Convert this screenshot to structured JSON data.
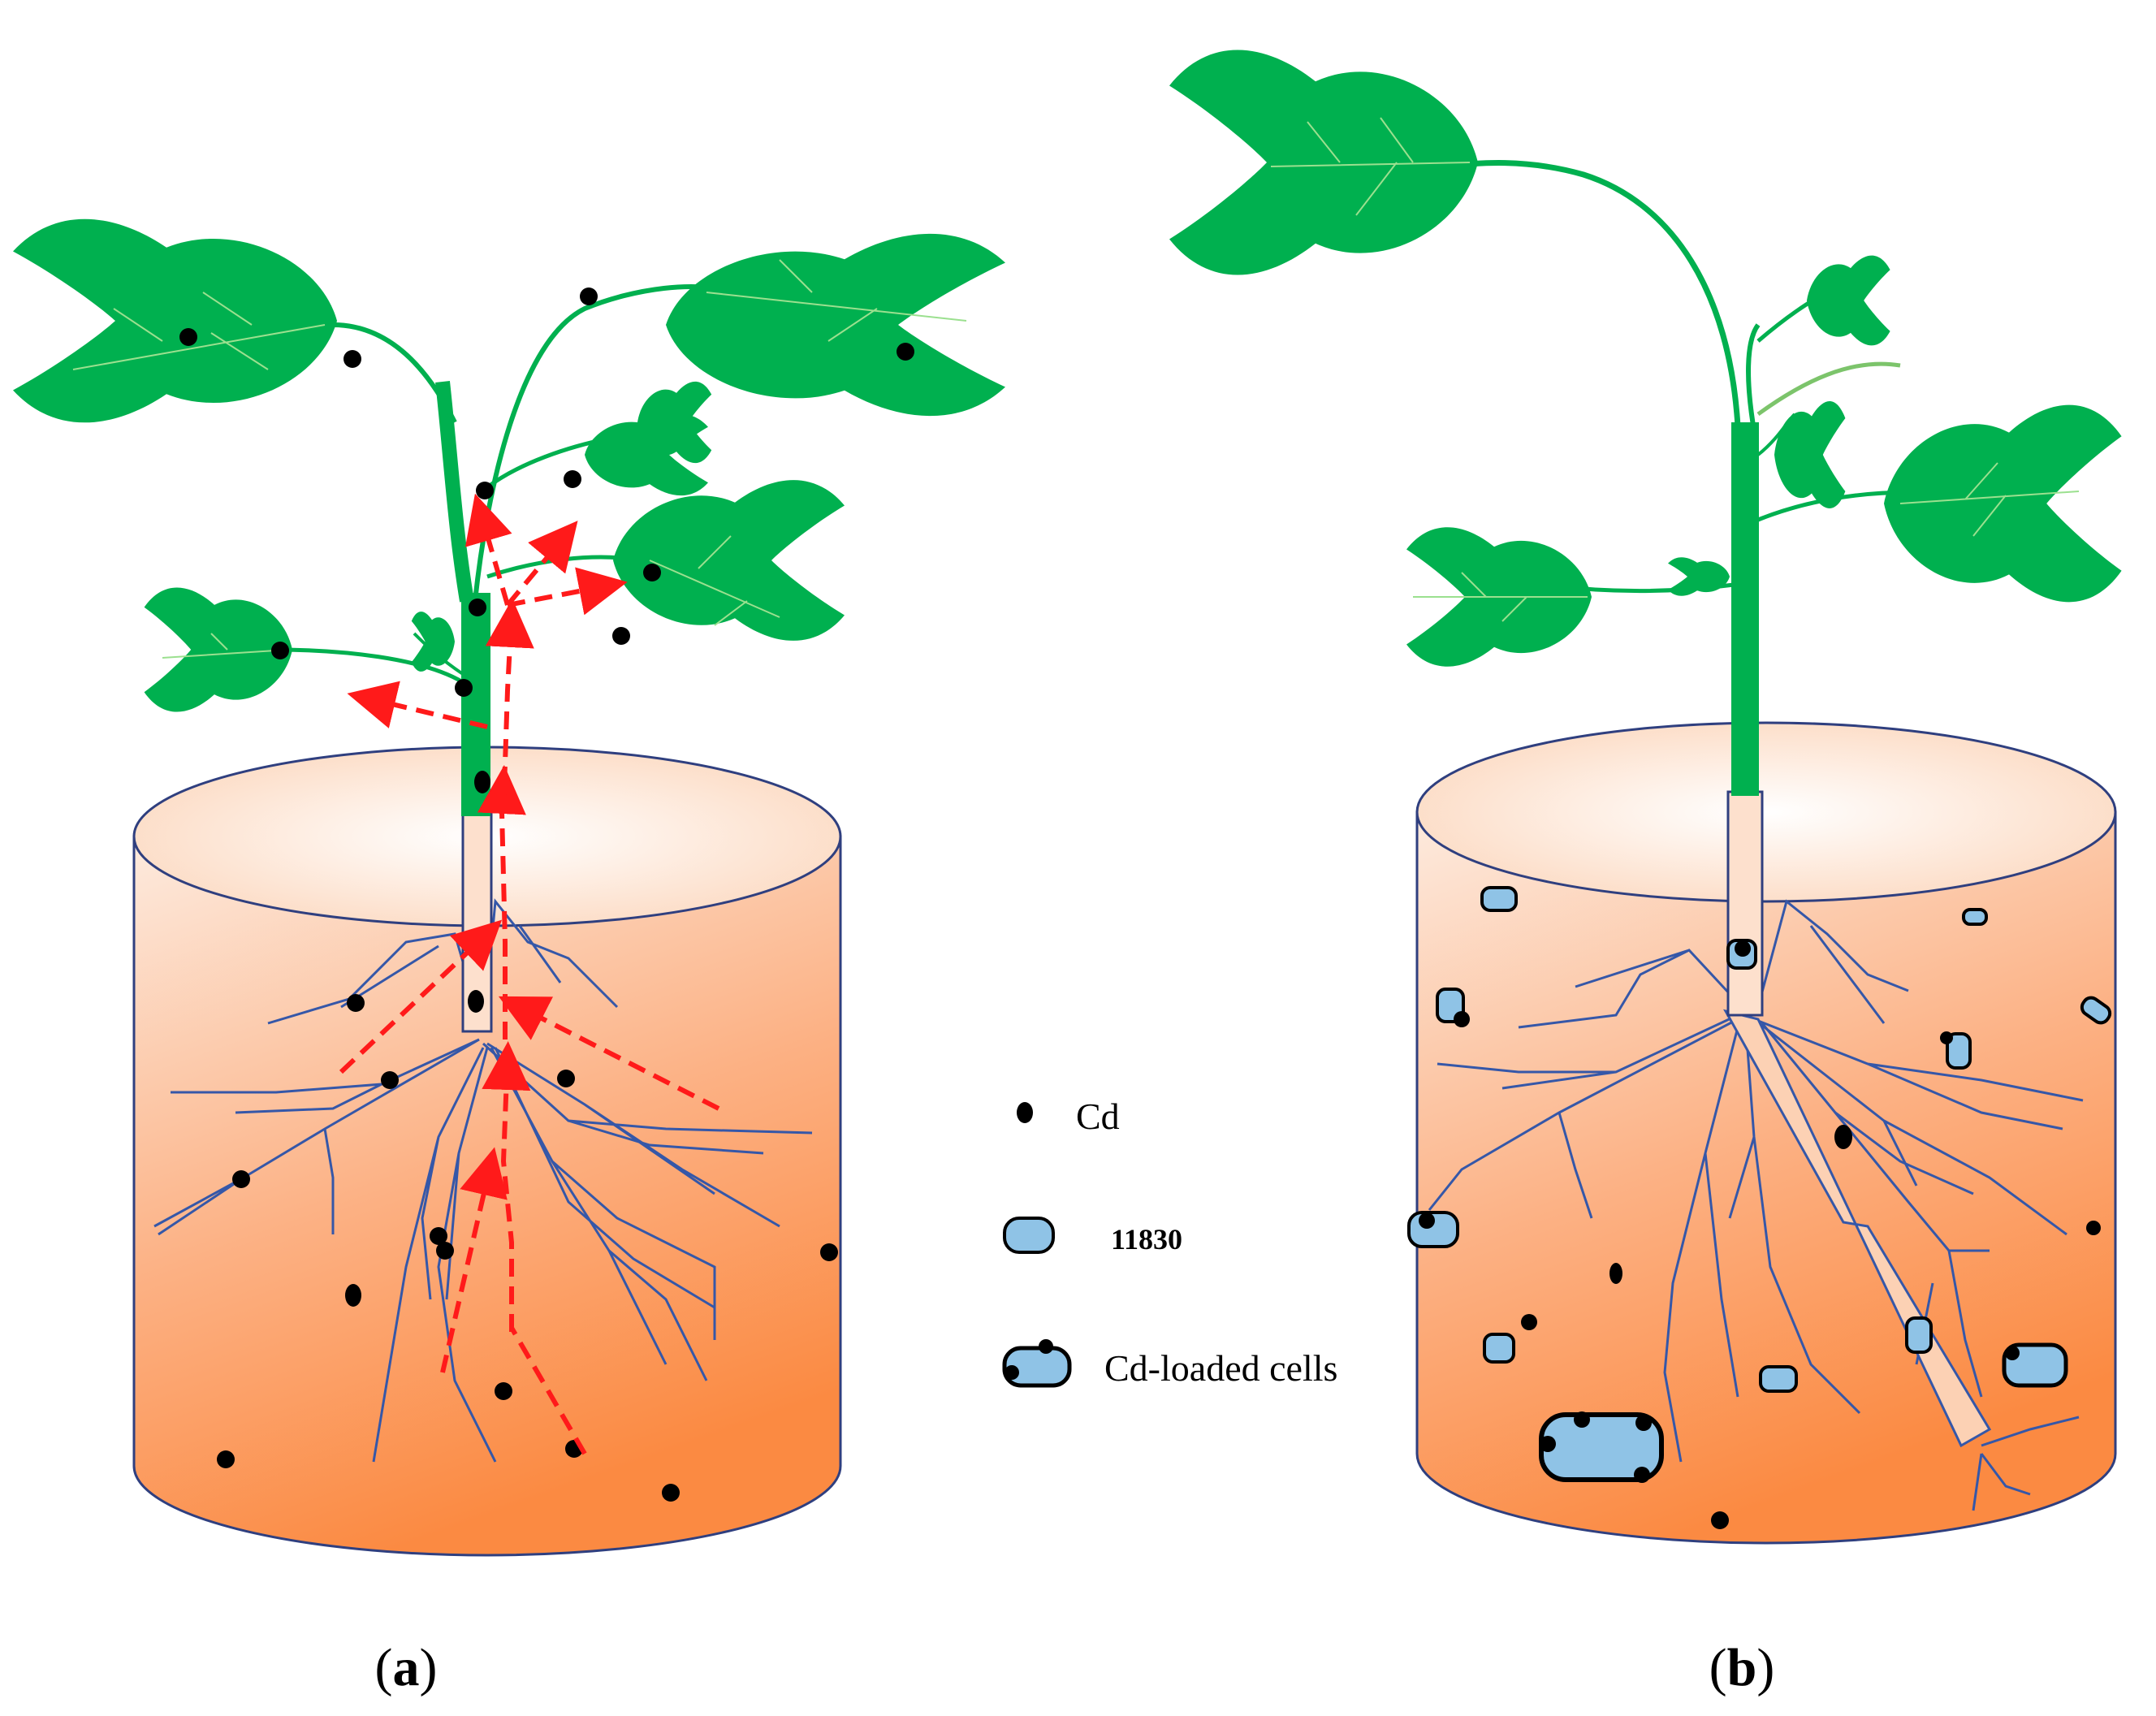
{
  "panels": [
    {
      "id": "a",
      "label_letter": "a",
      "open": "(",
      "close": ")"
    },
    {
      "id": "b",
      "label_letter": "b",
      "open": "(",
      "close": ")"
    }
  ],
  "legend": {
    "items": [
      {
        "key": "cd",
        "label": "Cd"
      },
      {
        "key": "strain",
        "label": "11830"
      },
      {
        "key": "loaded",
        "label": "Cd-loaded cells"
      }
    ]
  },
  "colors": {
    "leaf": "#00b04f",
    "leaf_vein": "#9be08f",
    "stem": "#00b04f",
    "pot_top": "#fde4d2",
    "pot_bottom": "#fb8c46",
    "pot_outline": "#2f3f7f",
    "root_line": "#3557a8",
    "transport_arrow": "#ff1a1a",
    "cd_particle": "#000000",
    "bacterial_cell": "#8fc3e6"
  }
}
